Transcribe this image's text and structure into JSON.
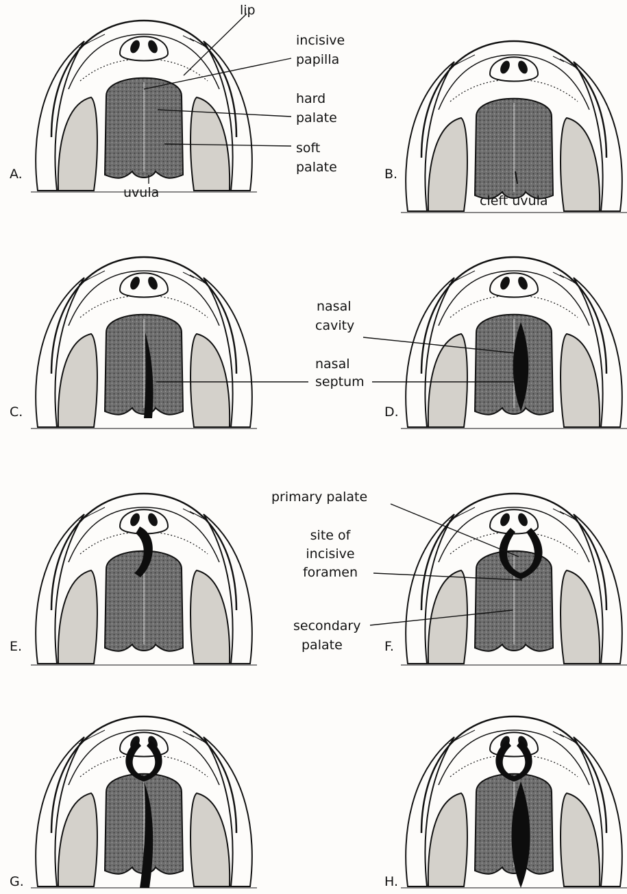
{
  "panels": [
    "A.",
    "B.",
    "C.",
    "D.",
    "E.",
    "F.",
    "G.",
    "H."
  ],
  "labels": {
    "lip": "lip",
    "incisive_papilla_1": "incisive",
    "incisive_papilla_2": "papilla",
    "hard_palate_1": "hard",
    "hard_palate_2": "palate",
    "soft_palate_1": "soft",
    "soft_palate_2": "palate",
    "uvula": "uvula",
    "cleft_uvula": "cleft uvula",
    "nasal_cavity_1": "nasal",
    "nasal_cavity_2": "cavity",
    "nasal_septum_1": "nasal",
    "nasal_septum_2": "septum",
    "primary_palate": "primary palate",
    "incisive_foramen_1": "site of",
    "incisive_foramen_2": "incisive",
    "incisive_foramen_3": "foramen",
    "secondary_palate_1": "secondary",
    "secondary_palate_2": "palate"
  },
  "colors": {
    "ink": "#111111",
    "palate": "#5a5a5a",
    "cheek": "#d4d1cb",
    "cleft": "#0d0d0d"
  }
}
